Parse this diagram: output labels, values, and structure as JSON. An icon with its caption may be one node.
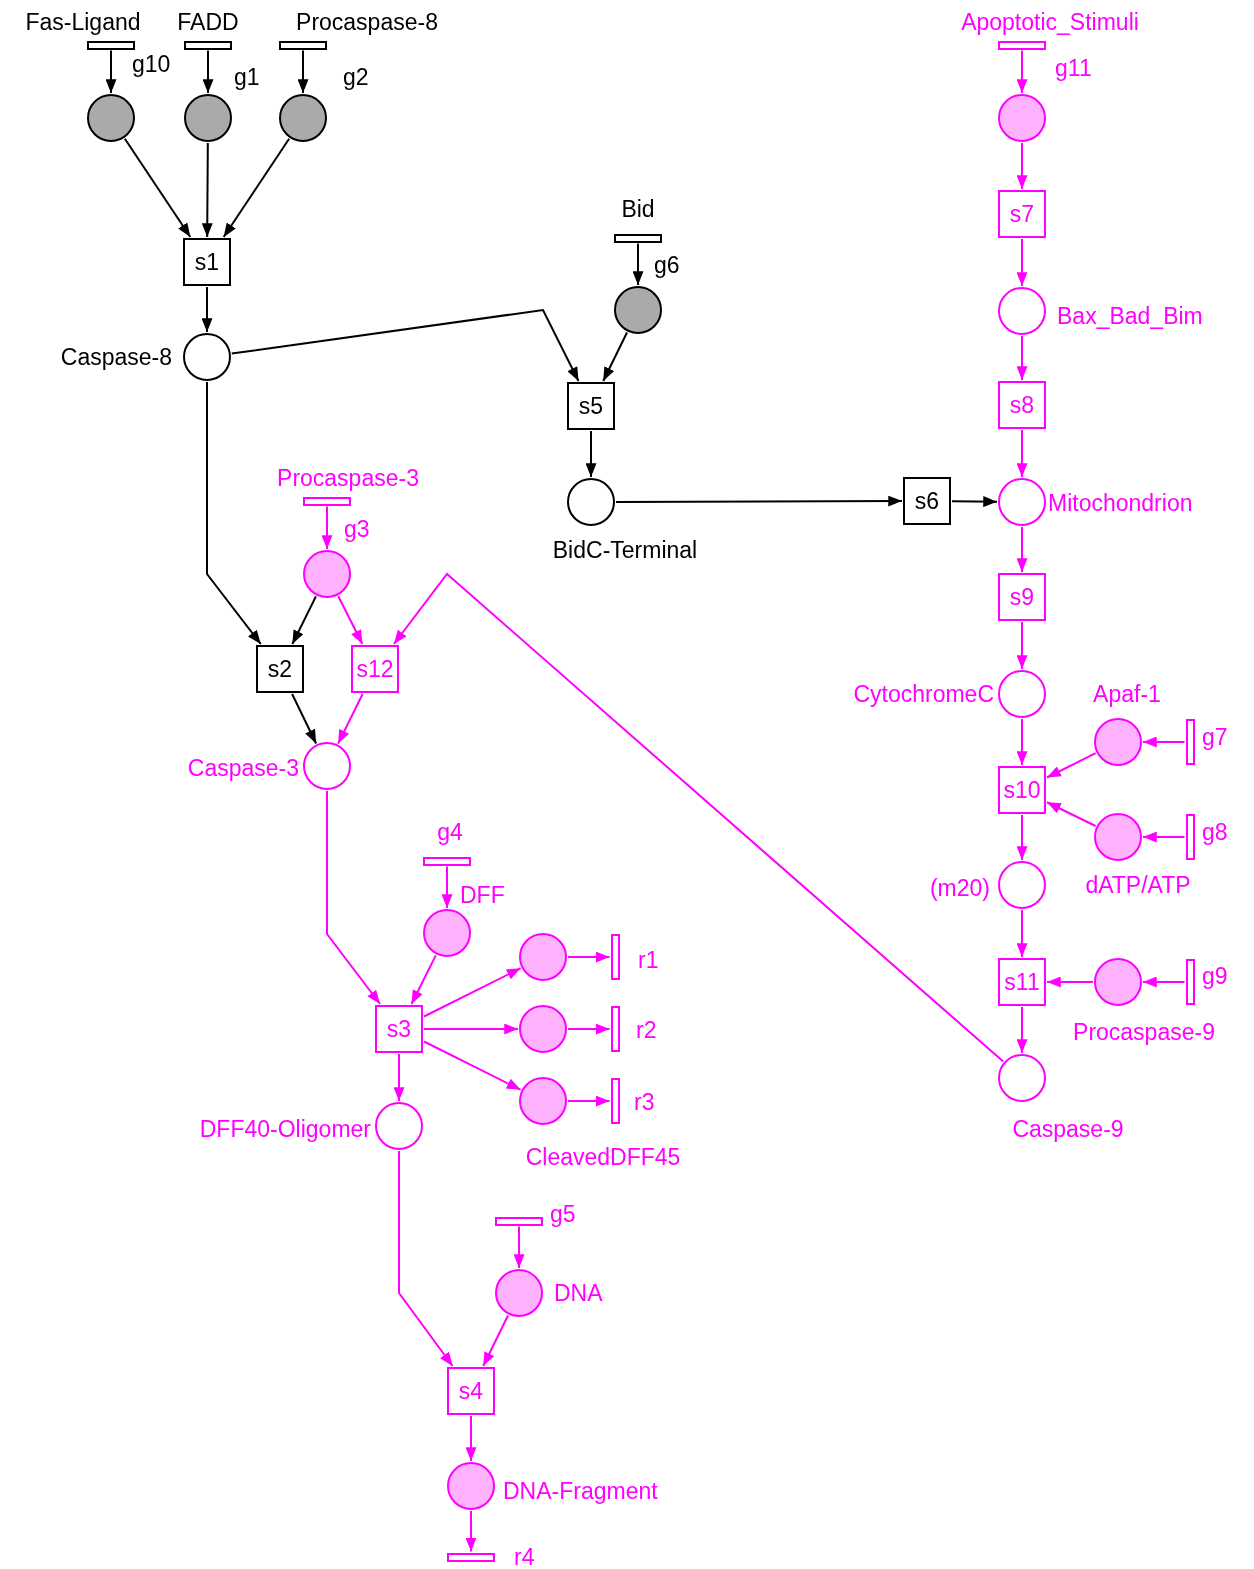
{
  "diagram": {
    "nodes": [
      {
        "text": [],
        "shape": "bar",
        "beside": [
          "Fas-Ligand",
          "g10"
        ]
      },
      {
        "text": [],
        "shape": "bar",
        "beside": [
          "FADD",
          "g1"
        ]
      },
      {
        "text": [],
        "shape": "bar",
        "beside": [
          "Procaspase-8",
          "g2"
        ]
      },
      {
        "text": [],
        "shape": "circle"
      },
      {
        "text": [],
        "shape": "circle"
      },
      {
        "text": [],
        "shape": "circle"
      },
      {
        "text": [
          "s1"
        ]
      },
      {
        "text": [],
        "shape": "circle",
        "beside": [
          "Caspase-8"
        ]
      },
      {
        "text": [],
        "shape": "bar",
        "beside": [
          "Bid",
          "g6"
        ]
      },
      {
        "text": [],
        "shape": "circle"
      },
      {
        "text": [
          "s5"
        ]
      },
      {
        "text": [],
        "shape": "circle",
        "beside": [
          "BidC-Terminal"
        ]
      },
      {
        "text": [
          "s6"
        ]
      },
      {
        "text": [
          "s2"
        ]
      },
      {
        "text": [],
        "shape": "bar",
        "beside": [
          "Apoptotic_Stimuli",
          "g11"
        ]
      },
      {
        "text": [],
        "shape": "circle"
      },
      {
        "text": [
          "s7"
        ]
      },
      {
        "text": [],
        "shape": "circle",
        "beside": [
          "Bax_Bad_Bim"
        ]
      },
      {
        "text": [
          "s8"
        ]
      },
      {
        "text": [],
        "shape": "circle",
        "beside": [
          "Mitochondrion"
        ]
      },
      {
        "text": [
          "s9"
        ]
      },
      {
        "text": [],
        "shape": "circle",
        "beside": [
          "CytochromeC"
        ]
      },
      {
        "text": [],
        "shape": "bar",
        "beside": [
          "g7"
        ]
      },
      {
        "text": [],
        "shape": "circle",
        "beside": [
          "Apaf-1"
        ]
      },
      {
        "text": [
          "s10"
        ]
      },
      {
        "text": [],
        "shape": "bar",
        "beside": [
          "g8"
        ]
      },
      {
        "text": [],
        "shape": "circle",
        "beside": [
          "dATP/ATP"
        ]
      },
      {
        "text": [],
        "shape": "circle",
        "beside": [
          "(m20)"
        ]
      },
      {
        "text": [],
        "shape": "bar",
        "beside": [
          "g9"
        ]
      },
      {
        "text": [],
        "shape": "circle",
        "beside": [
          "Procaspase-9"
        ]
      },
      {
        "text": [
          "s11"
        ]
      },
      {
        "text": [],
        "shape": "circle",
        "beside": [
          "Caspase-9"
        ]
      },
      {
        "text": [],
        "shape": "bar",
        "beside": [
          "Procaspase-3",
          "g3"
        ]
      },
      {
        "text": [],
        "shape": "circle"
      },
      {
        "text": [
          "s12"
        ]
      },
      {
        "text": [],
        "shape": "circle",
        "beside": [
          "Caspase-3"
        ]
      },
      {
        "text": [],
        "shape": "bar",
        "beside": [
          "g4"
        ]
      },
      {
        "text": [],
        "shape": "circle",
        "beside": [
          "DFF"
        ]
      },
      {
        "text": [
          "s3"
        ]
      },
      {
        "text": [],
        "shape": "circle"
      },
      {
        "text": [],
        "shape": "circle"
      },
      {
        "text": [],
        "shape": "circle",
        "beside": [
          "CleavedDFF45"
        ]
      },
      {
        "text": [],
        "shape": "bar",
        "beside": [
          "r1"
        ]
      },
      {
        "text": [],
        "shape": "bar",
        "beside": [
          "r2"
        ]
      },
      {
        "text": [],
        "shape": "bar",
        "beside": [
          "r3"
        ]
      },
      {
        "text": [],
        "shape": "circle",
        "beside": [
          "DFF40-Oligomer"
        ]
      },
      {
        "text": [],
        "shape": "bar",
        "beside": [
          "g5"
        ]
      },
      {
        "text": [],
        "shape": "circle",
        "beside": [
          "DNA"
        ]
      },
      {
        "text": [
          "s4"
        ]
      },
      {
        "text": [],
        "shape": "circle",
        "beside": [
          "DNA-Fragment"
        ]
      },
      {
        "text": [],
        "shape": "bar",
        "beside": [
          "r4"
        ]
      }
    ],
    "edges": [
      {
        "from": 0,
        "to": 3,
        "arrow": "to",
        "color": "#000000"
      },
      {
        "from": 1,
        "to": 4,
        "arrow": "to",
        "color": "#000000"
      },
      {
        "from": 2,
        "to": 5,
        "arrow": "to",
        "color": "#000000"
      },
      {
        "from": 3,
        "to": 6,
        "arrow": "to",
        "color": "#000000"
      },
      {
        "from": 4,
        "to": 6,
        "arrow": "to",
        "color": "#000000"
      },
      {
        "from": 5,
        "to": 6,
        "arrow": "to",
        "color": "#000000"
      },
      {
        "from": 6,
        "to": 7,
        "arrow": "to",
        "color": "#000000"
      },
      {
        "from": 7,
        "to": 10,
        "arrow": "to",
        "color": "#000000"
      },
      {
        "from": 8,
        "to": 9,
        "arrow": "to",
        "color": "#000000"
      },
      {
        "from": 9,
        "to": 10,
        "arrow": "to",
        "color": "#000000"
      },
      {
        "from": 10,
        "to": 11,
        "arrow": "to",
        "color": "#000000"
      },
      {
        "from": 11,
        "to": 12,
        "arrow": "to",
        "color": "#000000"
      },
      {
        "from": 12,
        "to": 19,
        "arrow": "to",
        "color": "#000000"
      },
      {
        "from": 7,
        "to": 13,
        "arrow": "to",
        "color": "#000000"
      },
      {
        "from": 33,
        "to": 13,
        "arrow": "to",
        "color": "#000000"
      },
      {
        "from": 13,
        "to": 35,
        "arrow": "to",
        "color": "#000000"
      },
      {
        "from": 14,
        "to": 15,
        "arrow": "to"
      },
      {
        "from": 15,
        "to": 16,
        "arrow": "to"
      },
      {
        "from": 16,
        "to": 17,
        "arrow": "to"
      },
      {
        "from": 17,
        "to": 18,
        "arrow": "to"
      },
      {
        "from": 18,
        "to": 19,
        "arrow": "to"
      },
      {
        "from": 19,
        "to": 20,
        "arrow": "to"
      },
      {
        "from": 20,
        "to": 21,
        "arrow": "to"
      },
      {
        "from": 21,
        "to": 24,
        "arrow": "to"
      },
      {
        "from": 22,
        "to": 23,
        "arrow": "to"
      },
      {
        "from": 23,
        "to": 24,
        "arrow": "to"
      },
      {
        "from": 25,
        "to": 26,
        "arrow": "to"
      },
      {
        "from": 26,
        "to": 24,
        "arrow": "to"
      },
      {
        "from": 24,
        "to": 27,
        "arrow": "to"
      },
      {
        "from": 27,
        "to": 30,
        "arrow": "to"
      },
      {
        "from": 28,
        "to": 29,
        "arrow": "to"
      },
      {
        "from": 29,
        "to": 30,
        "arrow": "to"
      },
      {
        "from": 30,
        "to": 31,
        "arrow": "to"
      },
      {
        "from": 31,
        "to": 34,
        "arrow": "to"
      },
      {
        "from": 32,
        "to": 33,
        "arrow": "to"
      },
      {
        "from": 33,
        "to": 34,
        "arrow": "to"
      },
      {
        "from": 34,
        "to": 35,
        "arrow": "to"
      },
      {
        "from": 35,
        "to": 38,
        "arrow": "to"
      },
      {
        "from": 36,
        "to": 37,
        "arrow": "to"
      },
      {
        "from": 37,
        "to": 38,
        "arrow": "to"
      },
      {
        "from": 38,
        "to": 39,
        "arrow": "to"
      },
      {
        "from": 38,
        "to": 40,
        "arrow": "to"
      },
      {
        "from": 38,
        "to": 41,
        "arrow": "to"
      },
      {
        "from": 39,
        "to": 42,
        "arrow": "to"
      },
      {
        "from": 40,
        "to": 43,
        "arrow": "to"
      },
      {
        "from": 41,
        "to": 44,
        "arrow": "to"
      },
      {
        "from": 38,
        "to": 45,
        "arrow": "to"
      },
      {
        "from": 45,
        "to": 48,
        "arrow": "to"
      },
      {
        "from": 46,
        "to": 47,
        "arrow": "to"
      },
      {
        "from": 47,
        "to": 48,
        "arrow": "to"
      },
      {
        "from": 48,
        "to": 49,
        "arrow": "to"
      },
      {
        "from": 49,
        "to": 50,
        "arrow": "to"
      }
    ]
  }
}
